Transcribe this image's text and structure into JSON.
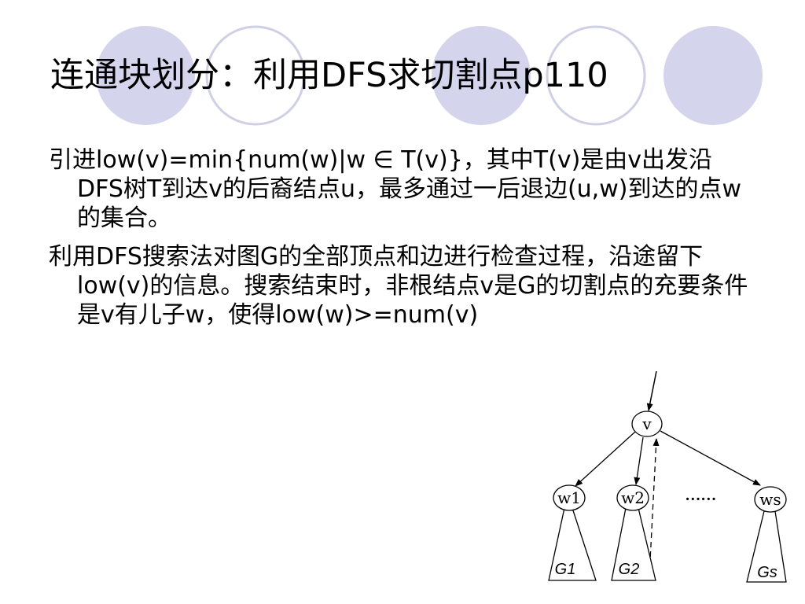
{
  "title": "连通块划分：利用DFS求切割点p110",
  "paragraphs": [
    "引进low(v)=min{num(w)|w ∈ T(v)}，其中T(v)是由v出发沿DFS树T到达v的后裔结点u，最多通过一后退边(u,w)到达的点w的集合。",
    "利用DFS搜索法对图G的全部顶点和边进行检查过程，沿途留下low(v)的信息。搜索结束时，非根结点v是G的切割点的充要条件是v有儿子w，使得low(w)>=num(v)"
  ],
  "diagram": {
    "nodes": {
      "v": "v",
      "w1": "w1",
      "w2": "w2",
      "ws": "ws"
    },
    "ellipsis": "……",
    "subtrees": {
      "g1": "G1",
      "g2": "G2",
      "gs": "Gs"
    }
  },
  "colors": {
    "circle_fill": "#d4d4ec",
    "circle_outline": "#cfcfe6"
  }
}
